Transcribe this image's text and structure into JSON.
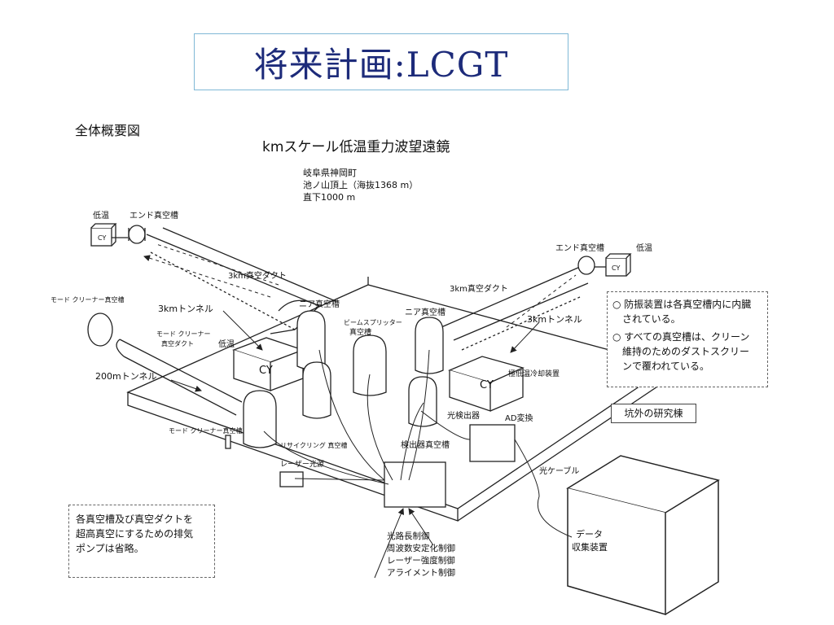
{
  "slide": {
    "title": "将来計画:LCGT"
  },
  "figure": {
    "header": "全体概要図",
    "heading": "kmスケール低温重力波望遠鏡",
    "location": [
      "岐阜県神岡町",
      "池ノ山頂上（海抜1368 m）",
      "直下1000 m"
    ],
    "labels": {
      "cryo_left": "低温",
      "end_tank_left": "エンド真空槽",
      "end_tank_right": "エンド真空槽",
      "cryo_right": "低温",
      "duct_left": "3km真空ダクト",
      "duct_right": "3km真空ダクト",
      "tunnel_left": "3kmトンネル",
      "tunnel_right": "3kmトンネル",
      "mode_cleaner_tank_top": "モード クリーナー真空槽",
      "mode_cleaner_duct": [
        "モード クリーナー",
        "真空ダクト"
      ],
      "tunnel_200m": "200mトンネル",
      "cryo_center": "低温",
      "near_tank_left": "ニア真空槽",
      "near_tank_right": "ニア真空槽",
      "beam_splitter": [
        "ビームスプリッター",
        "真空槽"
      ],
      "cooling": "極低温冷却装置",
      "photodetector": "光検出器",
      "detector_tank": "検出器真空槽",
      "recycling_tank": "リサイクリング 真空槽",
      "mode_cleaner_tank_bottom": "モード クリーナー真空槽",
      "laser": "レーザー光源",
      "ad": "AD変換",
      "optical_cable": "光ケーブル",
      "data": [
        "データ",
        "収集装置"
      ],
      "cy": "CY"
    },
    "note_right": [
      "○ 防振装置は各真空槽内に内臓",
      "されている。",
      "○ すべての真空槽は、クリーン",
      "維持のためのダストスクリー",
      "ンで覆われている。"
    ],
    "lab_label": "坑外の研究棟",
    "note_left": [
      "各真空槽及び真空ダクトを",
      "超高真空にするための排気",
      "ポンプは省略。"
    ],
    "control_list": [
      "光路長制御",
      "周波数安定化制御",
      "レーザー強度制御",
      "アライメント制御"
    ]
  }
}
